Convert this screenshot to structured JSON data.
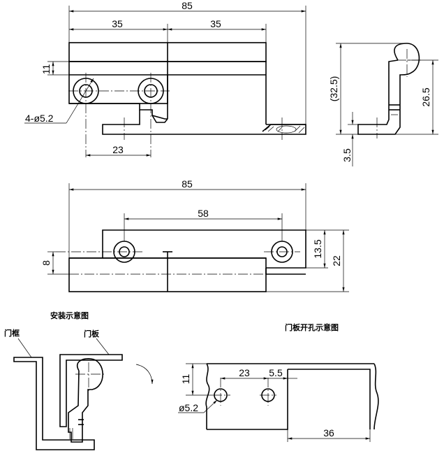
{
  "dims": {
    "top_overall": "85",
    "top_left": "35",
    "top_right": "35",
    "top_height": "11",
    "holes": "4-ø5.2",
    "hole_spacing": "23",
    "side_height_ref": "(32.5)",
    "side_height": "26.5",
    "side_thickness": "3.5",
    "mid_overall": "85",
    "mid_hole_spacing": "58",
    "mid_offset": "8",
    "mid_flap": "13.5",
    "mid_height": "22",
    "panel_height": "11",
    "panel_hole_x": "23",
    "panel_hole_gap": "5.5",
    "panel_hole_dia": "ø5.2",
    "panel_edge": "36"
  },
  "labels": {
    "install_title": "安装示意图",
    "door_frame": "门框",
    "door_panel": "门板",
    "panel_title": "门板开孔示意图"
  }
}
